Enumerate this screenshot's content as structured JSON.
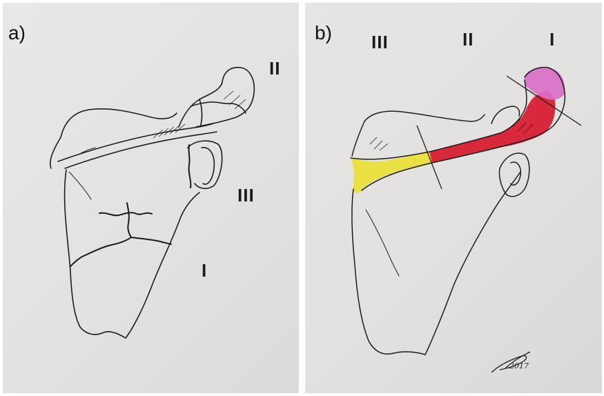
{
  "panel_a": {
    "label": "a)",
    "zones": {
      "zone_top": "II",
      "zone_right": "III",
      "zone_bottom": "I"
    }
  },
  "panel_b": {
    "label": "b)",
    "zones": {
      "zone_left": "III",
      "zone_middle": "II",
      "zone_right": "I"
    },
    "signature_year": "2017",
    "colors": {
      "zone_I": "#d96fc8",
      "zone_II": "#d7192e",
      "zone_III": "#e9df3a",
      "ink": "#1a1a1a"
    }
  }
}
